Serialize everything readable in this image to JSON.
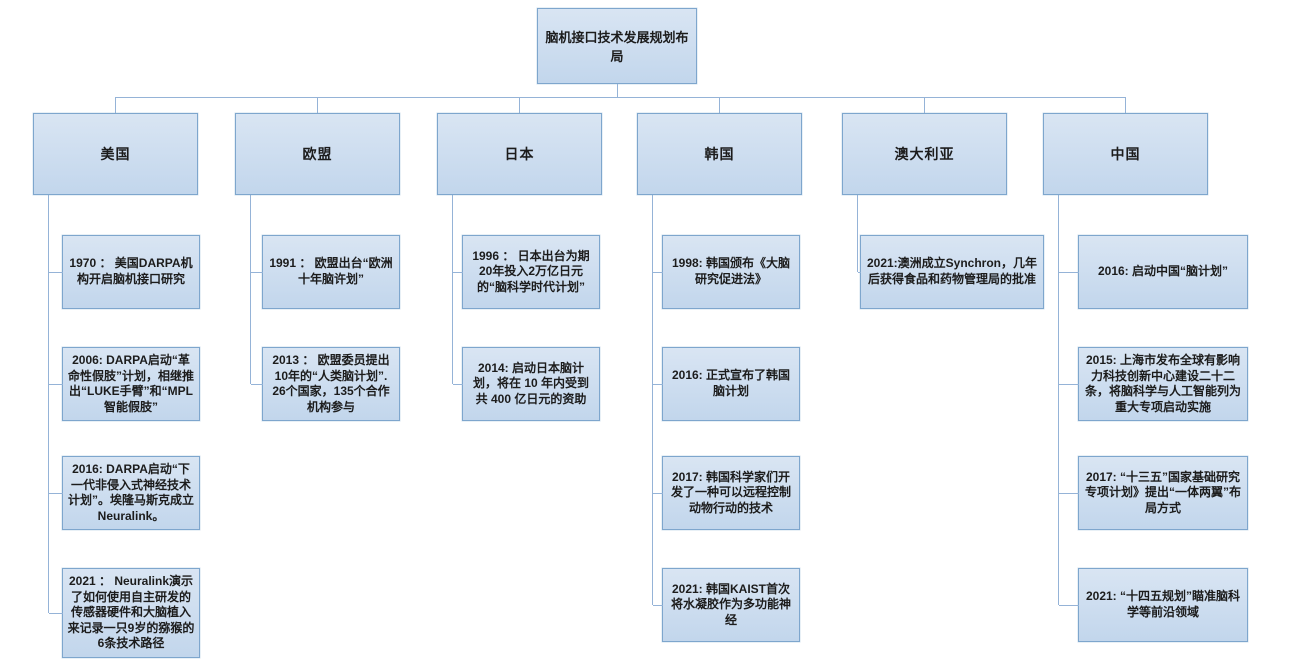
{
  "title": "脑机接口技术发展规划布局",
  "colors": {
    "box_fill_top": "#d9e5f3",
    "box_fill_bottom": "#c2d6ec",
    "box_border": "#7ea6cd",
    "line": "#95b3d7",
    "text": "#1c1c1c"
  },
  "columns": [
    {
      "name": "美国",
      "items": [
        {
          "text": "1970 ： 美国DARPA机构开启脑机接口研究"
        },
        {
          "text": "2006: DARPA启动“革命性假肢”计划，相继推出“LUKE手臂”和“MPL智能假肢”"
        },
        {
          "text": "2016: DARPA启动“下一代非侵入式神经技术计划”。埃隆马斯克成立Neuralink。"
        },
        {
          "text": "2021 ： Neuralink演示了如何使用自主研发的传感器硬件和大脑植入来记录一只9岁的猕猴的6条技术路径"
        }
      ]
    },
    {
      "name": "欧盟",
      "items": [
        {
          "text": "1991 ： 欧盟出台“欧洲十年脑许划”"
        },
        {
          "text": "2013 ： 欧盟委员提出10年的“人类脑计划”. 26个国家，135个合作机构参与"
        }
      ]
    },
    {
      "name": "日本",
      "items": [
        {
          "text": "1996 ： 日本出台为期20年投入2万亿日元的“脑科学时代计划”"
        },
        {
          "text": "2014: 启动日本脑计划，将在 10 年内受到共 400 亿日元的资助"
        }
      ]
    },
    {
      "name": "韩国",
      "items": [
        {
          "text": "1998: 韩国颁布《大脑研究促进法》"
        },
        {
          "text": "2016: 正式宣布了韩国脑计划"
        },
        {
          "text": "2017: 韩国科学家们开发了一种可以远程控制动物行动的技术"
        },
        {
          "text": "2021: 韩国KAIST首次将水凝胶作为多功能神经"
        }
      ]
    },
    {
      "name": "澳大利亚",
      "items": [
        {
          "text": "2021:澳洲成立Synchron，几年后获得食品和药物管理局的批准"
        }
      ]
    },
    {
      "name": "中国",
      "items": [
        {
          "text": "2016: 启动中国“脑计划”"
        },
        {
          "text": "2015: 上海市发布全球有影响力科技创新中心建设二十二条，将脑科学与人工智能列为重大专项启动实施"
        },
        {
          "text": "2017: “十三五”国家基础研究专项计划》提出“一体两翼”布局方式"
        },
        {
          "text": "2021: “十四五规划”瞄准脑科学等前沿领域"
        }
      ]
    }
  ]
}
